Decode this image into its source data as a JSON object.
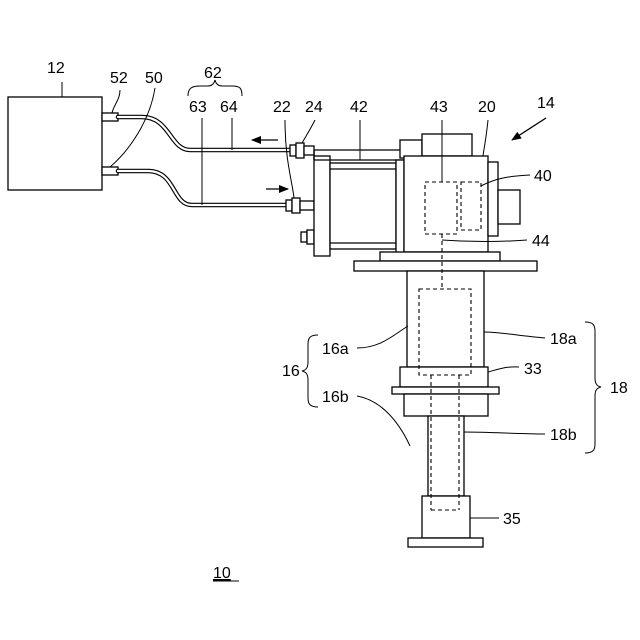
{
  "figure": {
    "labels": {
      "controller": "12",
      "port_upper": "52",
      "port_lower": "50",
      "hose_group": "62",
      "hose_a": "63",
      "hose_b": "64",
      "fitting_a": "22",
      "fitting_b": "24",
      "actuator": "42",
      "valve_box": "43",
      "housing": "20",
      "assembly": "14",
      "sensor": "40",
      "shaft": "44",
      "column": "16",
      "column_upper": "16a",
      "column_lower": "16b",
      "sleeve_upper": "18a",
      "sleeve": "18",
      "clamp": "33",
      "sleeve_lower": "18b",
      "base": "35",
      "system": "10"
    }
  }
}
